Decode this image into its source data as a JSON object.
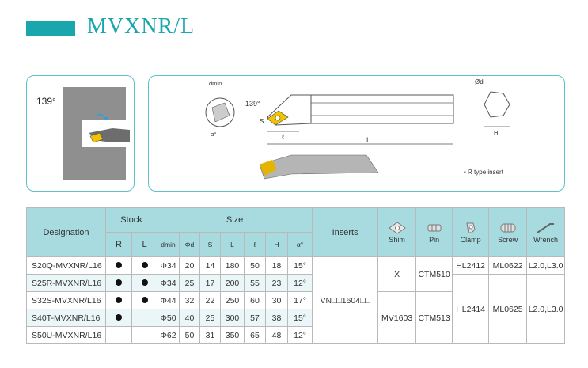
{
  "header": {
    "title": "MVXNR/L"
  },
  "diagram": {
    "angle_left": "139°",
    "angle_right": "139°",
    "dim_dmin": "dmin",
    "dim_s": "S",
    "dim_alpha": "α°",
    "dim_l_small": "ℓ",
    "dim_L": "L",
    "dim_od": "Ød",
    "dim_h": "H",
    "note": "• R type insert"
  },
  "table": {
    "headers": {
      "designation": "Designation",
      "stock": "Stock",
      "stock_r": "R",
      "stock_l": "L",
      "size": "Size",
      "size_cols": [
        "dmin",
        "Φd",
        "S",
        "L",
        "ℓ",
        "H",
        "α°"
      ],
      "inserts": "Inserts",
      "shim": "Shim",
      "pin": "Pin",
      "clamp": "Clamp",
      "screw": "Screw",
      "wrench": "Wrench"
    },
    "rows": [
      {
        "designation": "S20Q-MVXNR/L16",
        "dmin": "Φ34",
        "d": "20",
        "s": "14",
        "L": "180",
        "l": "50",
        "H": "18",
        "a": "15°"
      },
      {
        "designation": "S25R-MVXNR/L16",
        "dmin": "Φ34",
        "d": "25",
        "s": "17",
        "L": "200",
        "l": "55",
        "H": "23",
        "a": "12°"
      },
      {
        "designation": "S32S-MVXNR/L16",
        "dmin": "Φ44",
        "d": "32",
        "s": "22",
        "L": "250",
        "l": "60",
        "H": "30",
        "a": "17°"
      },
      {
        "designation": "S40T-MVXNR/L16",
        "dmin": "Φ50",
        "d": "40",
        "s": "25",
        "L": "300",
        "l": "57",
        "H": "38",
        "a": "15°"
      },
      {
        "designation": "S50U-MVXNR/L16",
        "dmin": "Φ62",
        "d": "50",
        "s": "31",
        "L": "350",
        "l": "65",
        "H": "48",
        "a": "12°"
      }
    ],
    "inserts_value": "VN□□1604□□",
    "shim_a": "X",
    "shim_b": "MV1603",
    "pin_a": "CTM510",
    "pin_b": "CTM513",
    "clamp_a": "HL2412",
    "clamp_b": "HL2414",
    "screw_a": "ML0622",
    "screw_b": "ML0625",
    "wrench_a": "L2.0,L3.0",
    "wrench_b": "L2.0,L3.0"
  }
}
